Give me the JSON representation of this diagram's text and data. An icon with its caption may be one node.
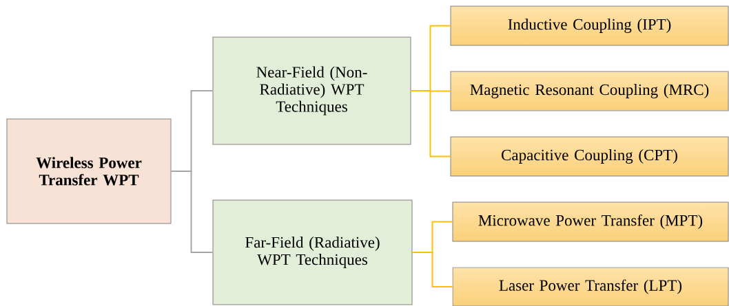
{
  "diagram": {
    "nodes": [
      {
        "text": [
          "Wireless Power Transfer WPT"
        ]
      },
      {
        "text": [
          "Near-Field (Non-Radiative) WPT Techniques"
        ]
      },
      {
        "text": [
          "Far-Field (Radiative) WPT Techniques"
        ]
      },
      {
        "text": [
          "Inductive Coupling (IPT)"
        ]
      },
      {
        "text": [
          "Magnetic Resonant Coupling (MRC)"
        ]
      },
      {
        "text": [
          "Capacitive Coupling (CPT)"
        ]
      },
      {
        "text": [
          "Microwave Power Transfer (MPT)"
        ]
      },
      {
        "text": [
          "Laser Power Transfer (LPT)"
        ]
      }
    ],
    "edges": [
      {
        "from": 0,
        "to": 1,
        "arrow": "none",
        "color": "#a6a6a6"
      },
      {
        "from": 0,
        "to": 2,
        "arrow": "none",
        "color": "#a6a6a6"
      },
      {
        "from": 1,
        "to": 3,
        "arrow": "none"
      },
      {
        "from": 1,
        "to": 4,
        "arrow": "none"
      },
      {
        "from": 1,
        "to": 5,
        "arrow": "none"
      },
      {
        "from": 2,
        "to": 6,
        "arrow": "none"
      },
      {
        "from": 2,
        "to": 7,
        "arrow": "none"
      }
    ]
  }
}
